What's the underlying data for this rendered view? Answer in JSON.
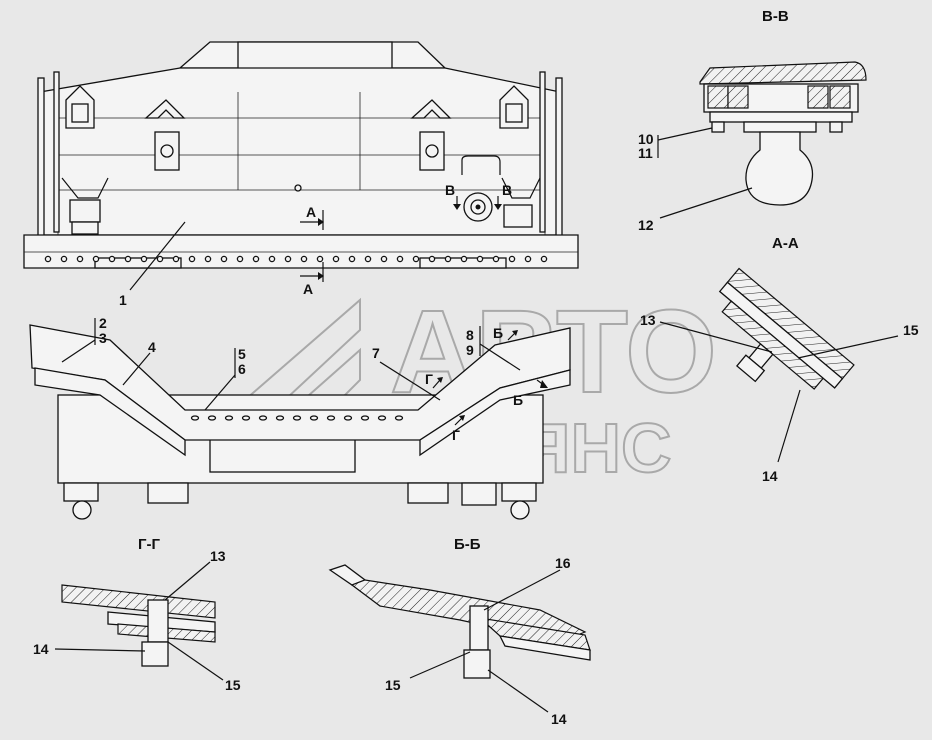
{
  "sections": {
    "vv": "В-В",
    "aa": "А-А",
    "gg": "Г-Г",
    "bb": "Б-Б"
  },
  "view_marks": {
    "a": "А",
    "b": "Б",
    "v": "В",
    "g": "Г"
  },
  "callouts": {
    "c1": "1",
    "c2": "2",
    "c3": "3",
    "c4": "4",
    "c5": "5",
    "c6": "6",
    "c7": "7",
    "c8": "8",
    "c9": "9",
    "c10": "10",
    "c11": "11",
    "c12": "12",
    "c13": "13",
    "c14": "14",
    "c15": "15",
    "c16": "16"
  },
  "watermark": {
    "line1": "АВТО",
    "line2": "АЛЬЯНС"
  }
}
